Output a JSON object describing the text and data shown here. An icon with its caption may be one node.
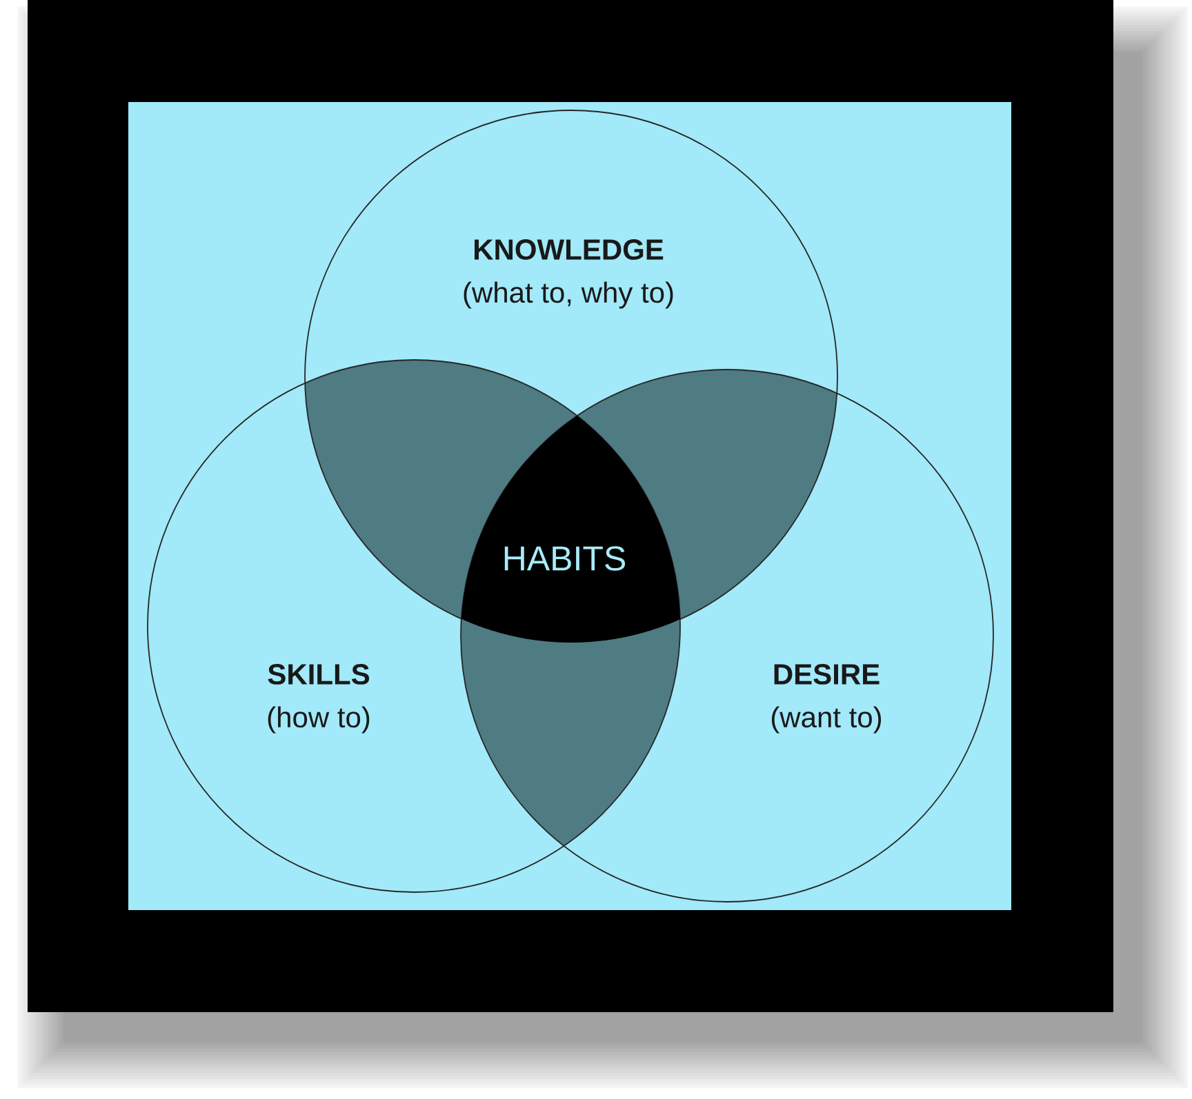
{
  "diagram": {
    "nodes": [
      {
        "text": [
          "KNOWLEDGE",
          "(what to, why to)"
        ]
      },
      {
        "text": [
          "SKILLS",
          "(how to)"
        ]
      },
      {
        "text": [
          "DESIRE",
          "(want to)"
        ]
      },
      {
        "text": [
          "HABITS"
        ]
      }
    ]
  }
}
